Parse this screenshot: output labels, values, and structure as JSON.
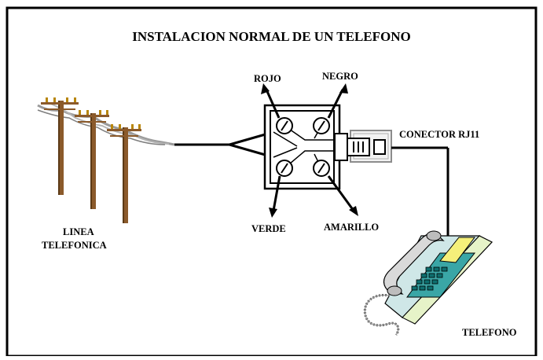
{
  "title": "INSTALACION NORMAL DE UN TELEFONO",
  "labels": {
    "rojo": "ROJO",
    "negro": "NEGRO",
    "verde": "VERDE",
    "amarillo": "AMARILLO",
    "conector": "CONECTOR RJ11",
    "linea_1": "LINEA",
    "linea_2": "TELEFONICA",
    "telefono": "TELEFONO"
  },
  "colors": {
    "frame": "#000000",
    "pole": "#8b5a2b",
    "pole_shadow": "#5c3a16",
    "insulator": "#b8860b",
    "overhead_wire": "#8c8c8c",
    "phone_body": "#cfe7e7",
    "phone_panel": "#3aa6a6",
    "phone_display": "#f5f07a",
    "phone_keys": "#0e6e6e",
    "phone_side": "#f3e9a8"
  },
  "icons": [
    "utility-pole-icon",
    "junction-box-icon",
    "rj11-connector-icon",
    "desk-telephone-icon"
  ]
}
